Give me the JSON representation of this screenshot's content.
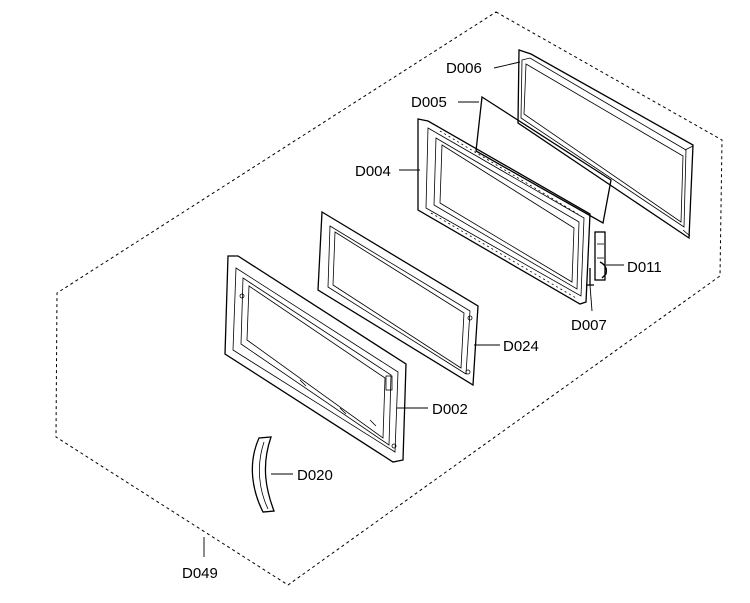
{
  "diagram": {
    "labels": {
      "d006": "D006",
      "d005": "D005",
      "d004": "D004",
      "d011": "D011",
      "d007": "D007",
      "d024": "D024",
      "d002": "D002",
      "d020": "D020",
      "d049": "D049"
    }
  }
}
